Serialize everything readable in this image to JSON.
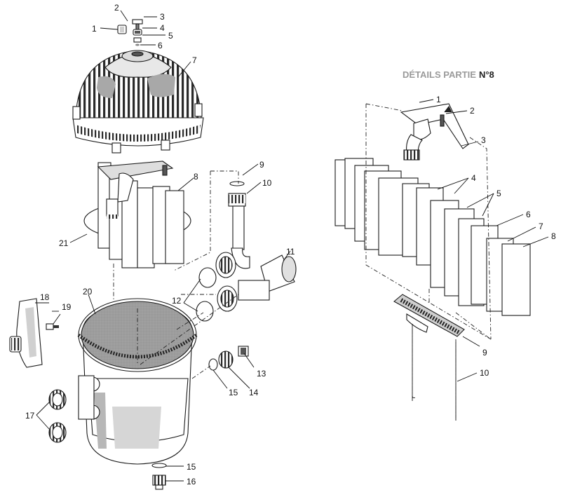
{
  "detail_title": {
    "prefix": "DÉTAILS PARTIE",
    "number": "N°8"
  },
  "colors": {
    "title_prefix": "#9a9a9a",
    "title_number": "#222222",
    "part_fill": "#ffffff",
    "part_shade": "#bdbdbd",
    "part_dark": "#6e6e6e"
  },
  "main_callouts": [
    "1",
    "2",
    "3",
    "4",
    "5",
    "6",
    "7",
    "8",
    "9",
    "10",
    "11",
    "12",
    "13",
    "14",
    "15",
    "15",
    "16",
    "17",
    "18",
    "19",
    "20",
    "21"
  ],
  "detail_callouts": [
    "1",
    "2",
    "3",
    "4",
    "5",
    "6",
    "7",
    "8",
    "9",
    "10"
  ]
}
